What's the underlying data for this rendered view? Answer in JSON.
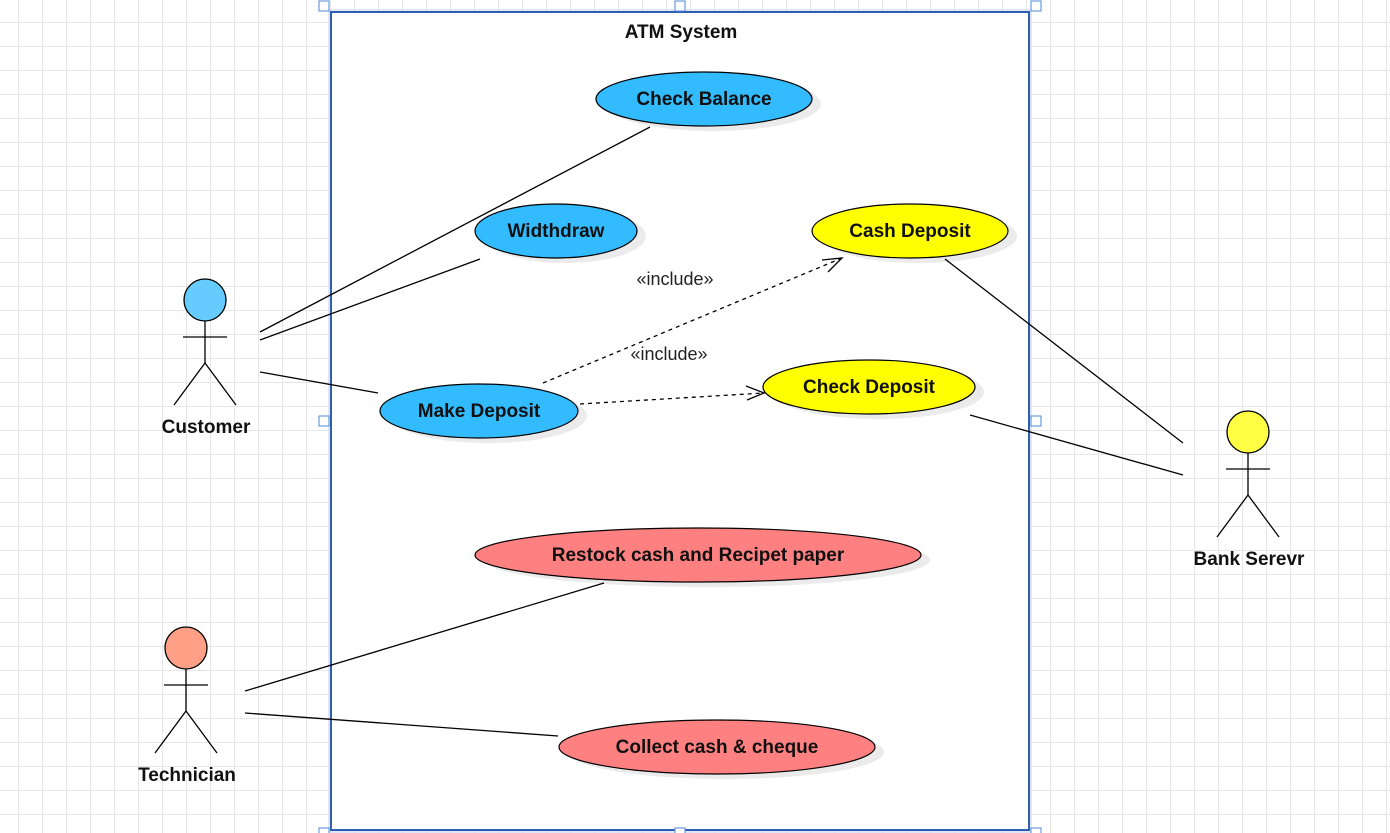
{
  "system": {
    "title": "ATM System"
  },
  "colors": {
    "customer_group": "#33bbff",
    "bank_group": "#ffff00",
    "technician_group": "#ff8080",
    "customer_head": "#66ccff",
    "bank_head": "#ffff44",
    "technician_head": "#ff9f85"
  },
  "actors": {
    "customer": "Customer",
    "technician": "Technician",
    "bank_server": "Bank Serevr"
  },
  "use_cases": {
    "check_balance": "Check Balance",
    "withdraw": "Widthdraw",
    "make_deposit": "Make Deposit",
    "cash_deposit": "Cash Deposit",
    "check_deposit": "Check Deposit",
    "restock": "Restock cash and Recipet paper",
    "collect": "Collect cash & cheque"
  },
  "relations": {
    "include_1": "«include»",
    "include_2": "«include»"
  }
}
